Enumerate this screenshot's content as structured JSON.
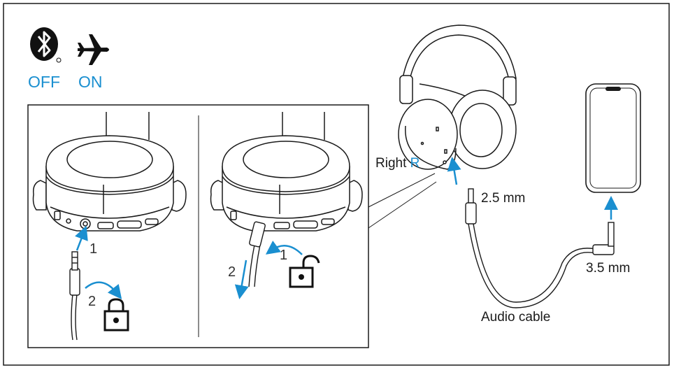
{
  "status": {
    "bluetooth_label": "OFF",
    "airplane_label": "ON"
  },
  "labels": {
    "right_prefix": "Right",
    "right_letter": "R",
    "mm_25": "2.5 mm",
    "mm_35": "3.5 mm",
    "audio_cable": "Audio cable"
  },
  "steps": {
    "left": {
      "step1": "1",
      "step2": "2"
    },
    "right": {
      "step1": "1",
      "step2": "2"
    }
  },
  "icons": [
    "bluetooth-icon",
    "airplane-icon",
    "lock-icon",
    "unlock-icon",
    "smartphone-icon",
    "headphones-icon",
    "arrow-icon"
  ],
  "colors": {
    "accent": "#1a8fd0",
    "line": "#1a1a1a"
  }
}
